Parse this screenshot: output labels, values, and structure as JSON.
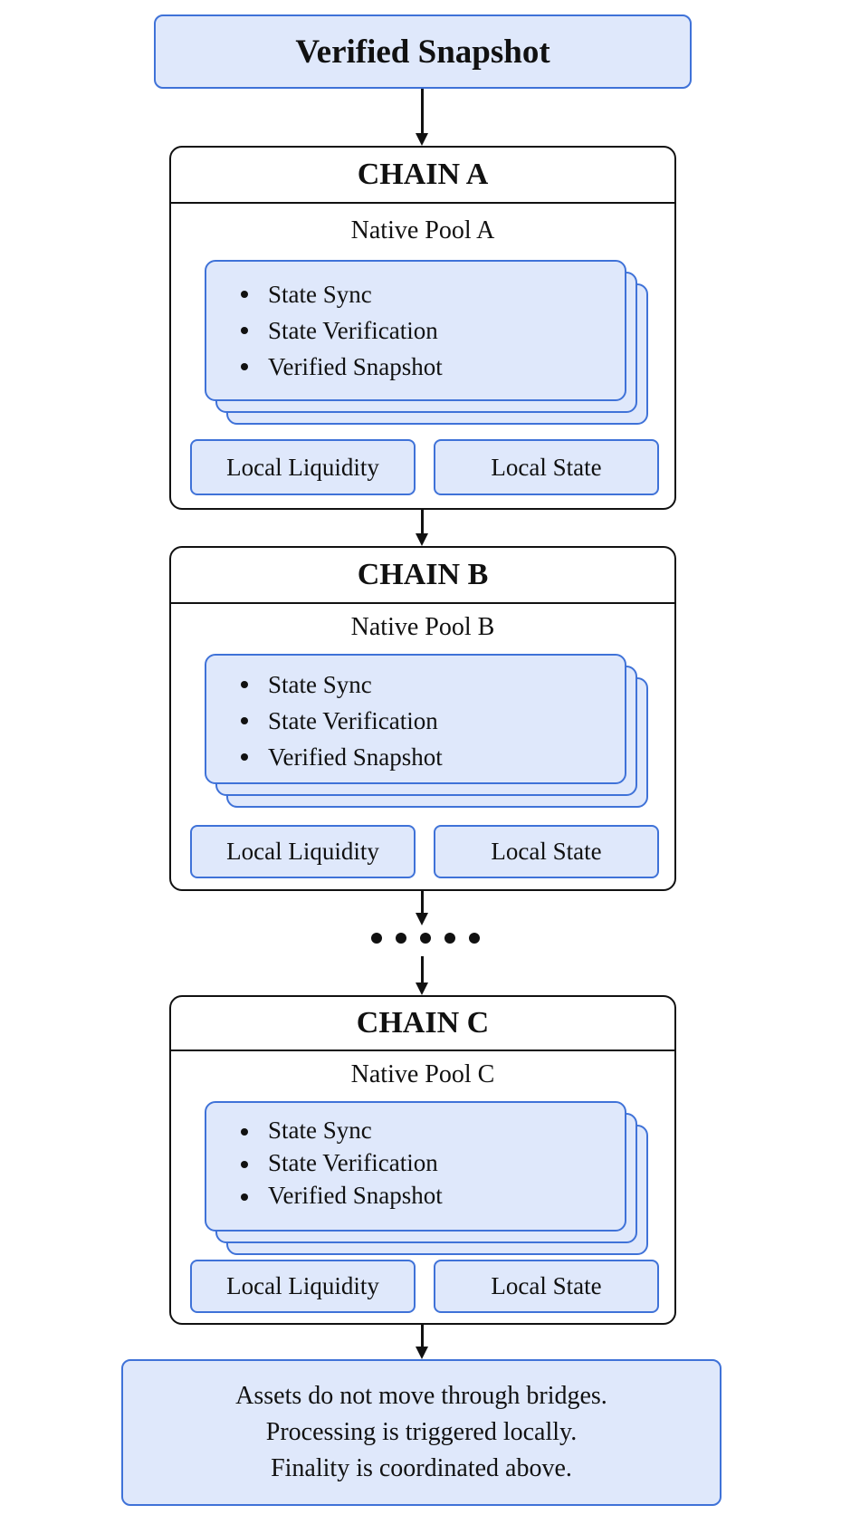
{
  "top": {
    "title": "Verified Snapshot"
  },
  "chains": [
    {
      "title": "CHAIN A",
      "pool": "Native Pool A",
      "items": [
        "State Sync",
        "State Verification",
        "Verified Snapshot"
      ],
      "liquidity": "Local Liquidity",
      "state": "Local State"
    },
    {
      "title": "CHAIN B",
      "pool": "Native Pool B",
      "items": [
        "State Sync",
        "State Verification",
        "Verified Snapshot"
      ],
      "liquidity": "Local Liquidity",
      "state": "Local State"
    },
    {
      "title": "CHAIN C",
      "pool": "Native Pool C",
      "items": [
        "State Sync",
        "State Verification",
        "Verified Snapshot"
      ],
      "liquidity": "Local Liquidity",
      "state": "Local State"
    }
  ],
  "footer": {
    "lines": [
      "Assets do not move through bridges.",
      "Processing is triggered locally.",
      "Finality is coordinated above."
    ]
  },
  "colors": {
    "box_fill": "#dfe8fb",
    "box_border": "#3f72d8",
    "outline": "#111111"
  }
}
